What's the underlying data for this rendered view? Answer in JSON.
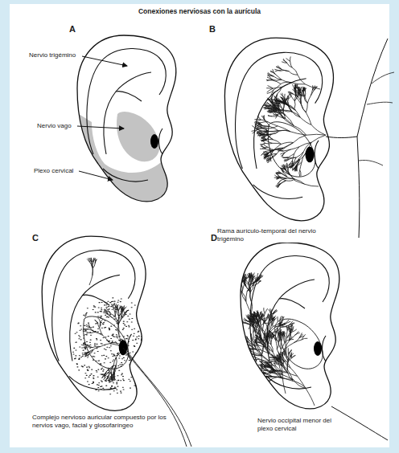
{
  "diagram": {
    "title": "Conexiones nerviosas con la aurícula",
    "labels": [
      "A",
      "Nervio trigémino",
      "Nervio vago",
      "Plexo cervical",
      "B",
      "Rama aurículo-temporal del nervio trigémino",
      "C",
      "Complejo nervioso auricular compuesto por los nervios vago, facial y glosofaríngeo",
      "D",
      "Nervio occipital menor del plexo cervical"
    ]
  }
}
